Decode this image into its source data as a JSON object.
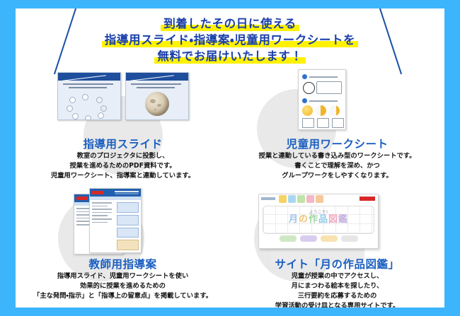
{
  "theme": {
    "border_color": "#3db5fc",
    "page_background": "#ffffff",
    "headline_text_color": "#1a3faa",
    "highlight_color": "#fff200",
    "section_title_color": "#1b5fc1",
    "body_text_color": "#161616",
    "circle_backdrop_color": "#e9e9e9"
  },
  "headline": {
    "line1": "到着したその日に使える",
    "line2": "指導用スライド・指導案・児童用ワークシートを",
    "line3": "無料でお届けいたします！"
  },
  "sections": [
    {
      "id": "teaching-slides",
      "title": "指導用スライド",
      "description": [
        "教室のプロジェクタに投影し、",
        "授業を進めるためのPDF資料です。",
        "児童用ワークシート、指導案と連動しています。"
      ]
    },
    {
      "id": "student-worksheet",
      "title": "児童用ワークシート",
      "description": [
        "授業と連動している書き込み型のワークシートです。",
        "書くことで理解を深め、かつ",
        "グループワークをしやすくなります。"
      ]
    },
    {
      "id": "teacher-guide",
      "title": "教師用指導案",
      "description": [
        "指導用スライド、児童用ワークシートを使い",
        "効果的に授業を進めるための",
        "「主な発問・指示」と「指導上の留意点」を掲載しています。"
      ]
    },
    {
      "id": "website",
      "title": "サイト「月の作品図鑑」",
      "description": [
        "児童が授業の中でアクセスし、",
        "月にまつわる絵本を探したり、",
        "三行要約を応募するための",
        "学習活動の受け皿となる専用サイトです。"
      ]
    }
  ],
  "website_preview": {
    "welcome_text": "ようこそ!",
    "title_chars": [
      "月",
      "の",
      "作",
      "品",
      "図",
      "鑑"
    ]
  }
}
